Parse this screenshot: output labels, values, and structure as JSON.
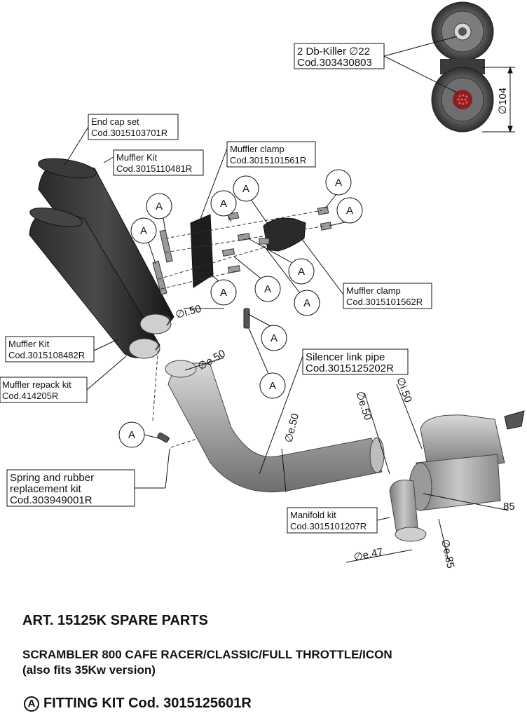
{
  "labels": {
    "dbkiller_line1": "2 Db-Killer  ∅22",
    "dbkiller_line2": "Cod.303430803",
    "endcap_line1": "End cap set",
    "endcap_line2": "Cod.3015103701R",
    "mufflerkit_top_line1": "Muffler Kit",
    "mufflerkit_top_line2": "Cod.3015110481R",
    "clamp_top_line1": "Muffler clamp",
    "clamp_top_line2": "Cod.3015101561R",
    "clamp_right_line1": "Muffler clamp",
    "clamp_right_line2": "Cod.3015101562R",
    "mufflerkit_bottom_line1": "Muffler Kit",
    "mufflerkit_bottom_line2": "Cod.3015108482R",
    "repack_line1": "Muffler repack kit",
    "repack_line2": "Cod.414205R",
    "silencer_line1": "Silencer link pipe",
    "silencer_line2": "Cod.3015125202R",
    "spring_line1": "Spring and rubber",
    "spring_line2": "replacement kit",
    "spring_line3": "Cod.303949001R",
    "manifold_line1": "Manifold kit",
    "manifold_line2": "Cod.3015101207R"
  },
  "dimensions": {
    "d104": "∅104",
    "i50_muffler": "∅i.50",
    "e50_link": "∅e.50",
    "e50_pipe": "∅e.50",
    "e50_right": "∅e.50",
    "i50_right": "∅i.50",
    "d85_horizontal": "85",
    "e85": "∅e.85",
    "e47": "∅e.47"
  },
  "callout_letter": "A",
  "footer": {
    "art_title": "ART. 15125K SPARE PARTS",
    "model_line1": "SCRAMBLER 800 CAFE RACER/CLASSIC/FULL THROTTLE/ICON",
    "model_line2": "(also fits 35Kw version)",
    "fitting_badge": "A",
    "fitting_text": "FITTING KIT Cod. 3015125601R"
  }
}
